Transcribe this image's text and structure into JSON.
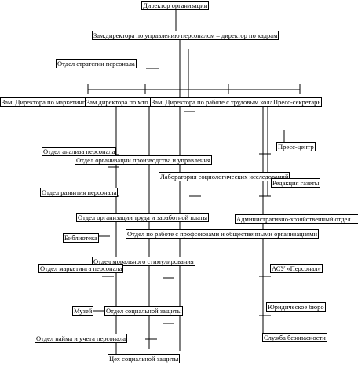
{
  "nodes": [
    {
      "id": "director",
      "label": "Директор организации"
    },
    {
      "id": "deputy_hr",
      "label": "Зам.директора по управлению персоналом – директор по кадрам"
    },
    {
      "id": "strategy",
      "label": "Отдел стратегии персонала"
    },
    {
      "id": "deputy_marketing",
      "label": "Зам. Директора по маркетингу"
    },
    {
      "id": "deputy_mto",
      "label": "Зам.директора по мто"
    },
    {
      "id": "deputy_labor",
      "label": "Зам. Директора по работе с трудовым коллективом"
    },
    {
      "id": "press_secretary",
      "label": "Пресс-секретарь"
    },
    {
      "id": "press_center",
      "label": "Пресс-центр"
    },
    {
      "id": "analysis",
      "label": "Отдел анализа персонала"
    },
    {
      "id": "production_org",
      "label": "Отдел организации производства и управления"
    },
    {
      "id": "sociology_lab",
      "label": "Лаборатория социологических исследований"
    },
    {
      "id": "newspaper",
      "label": "Редакция газеты"
    },
    {
      "id": "development",
      "label": "Отдел развития персонала"
    },
    {
      "id": "labor_wages",
      "label": "Отдел организации труда и заработной платы"
    },
    {
      "id": "admin_dept",
      "label": "Административно-хозяйственный отдел"
    },
    {
      "id": "library",
      "label": "Библиотека"
    },
    {
      "id": "unions",
      "label": "Отдел по работе с профсоюзами и общественными организациями"
    },
    {
      "id": "moral",
      "label": "Отдел морального стимулирования"
    },
    {
      "id": "marketing_dept",
      "label": "Отдел маркетинга персонала"
    },
    {
      "id": "asu",
      "label": "АСУ «Персонал»"
    },
    {
      "id": "museum",
      "label": "Музей"
    },
    {
      "id": "social_protection",
      "label": "Отдел социальной защиты"
    },
    {
      "id": "legal",
      "label": "Юридическое бюро"
    },
    {
      "id": "hiring",
      "label": "Отдел найма и учета персонала"
    },
    {
      "id": "security",
      "label": "Служба безопасности"
    },
    {
      "id": "social_shop",
      "label": "Цех социальной защиты"
    }
  ],
  "style": {
    "line_color": "#000000",
    "box_border": "#000000",
    "background": "#ffffff"
  }
}
